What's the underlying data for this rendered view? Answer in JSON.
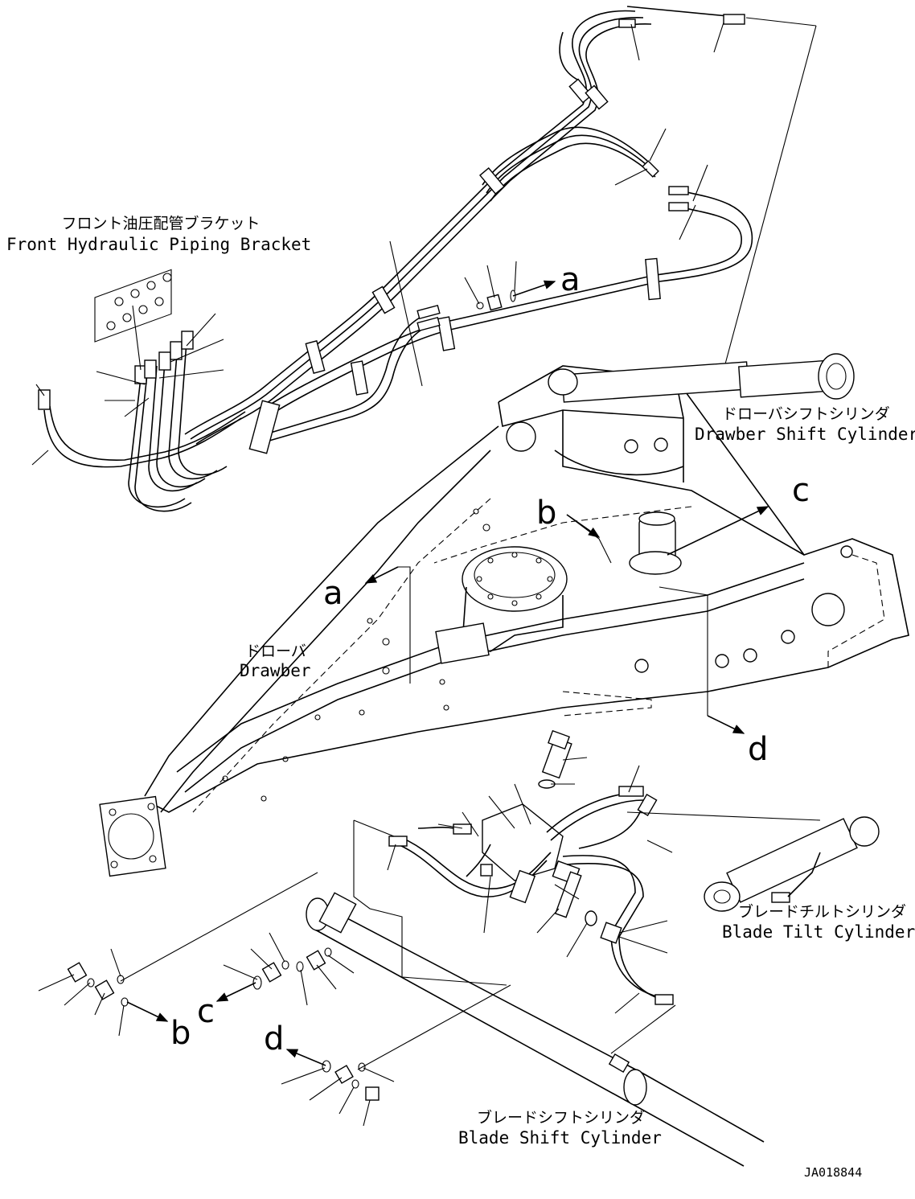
{
  "labels": {
    "front_bracket_jp": "フロント油圧配管ブラケット",
    "front_bracket_en": "Front Hydraulic Piping Bracket",
    "drawbar_shift_jp": "ドローバシフトシリンダ",
    "drawbar_shift_en": "Drawber Shift Cylinder",
    "drawbar_jp": "ドローバ",
    "drawbar_en": "Drawber",
    "blade_tilt_jp": "ブレードチルトシリンダ",
    "blade_tilt_en": "Blade Tilt Cylinder",
    "blade_shift_jp": "ブレードシフトシリンダ",
    "blade_shift_en": "Blade Shift Cylinder"
  },
  "reference_letters": {
    "a_top": "a",
    "a_mid": "a",
    "b_top": "b",
    "b_bottom": "b",
    "c_top": "c",
    "c_bottom": "c",
    "d_mid": "d",
    "d_bottom": "d"
  },
  "drawing_id": "JA018844"
}
